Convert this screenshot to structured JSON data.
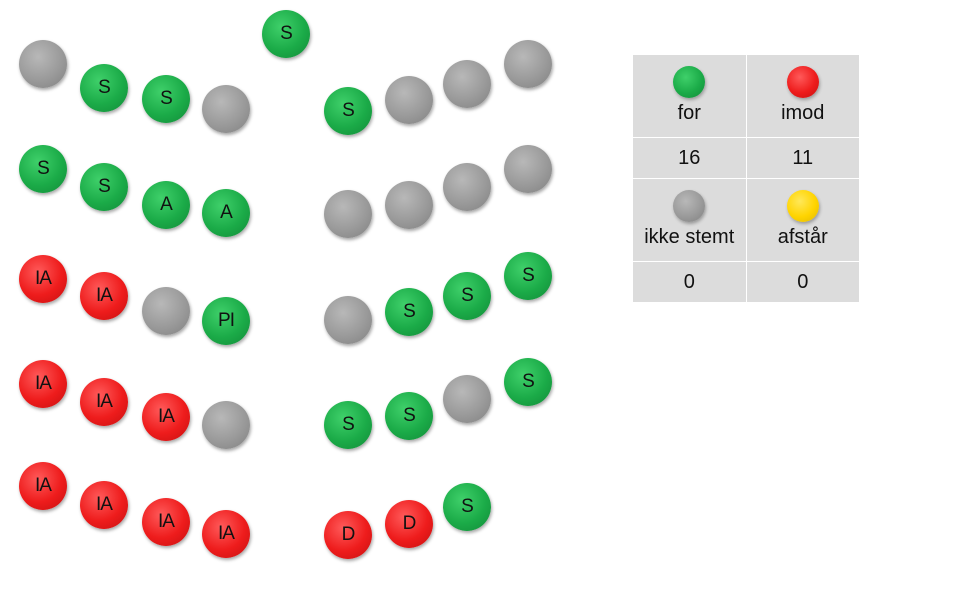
{
  "colors": {
    "green": "#1bab48",
    "red": "#ee1c1c",
    "grey": "#9a9a9a",
    "yellow": "#ffd400"
  },
  "seats": [
    {
      "label": "S",
      "color": "green"
    },
    {
      "label": "",
      "color": "grey"
    },
    {
      "label": "S",
      "color": "green"
    },
    {
      "label": "S",
      "color": "green"
    },
    {
      "label": "",
      "color": "grey"
    },
    {
      "label": "S",
      "color": "green"
    },
    {
      "label": "",
      "color": "grey"
    },
    {
      "label": "",
      "color": "grey"
    },
    {
      "label": "",
      "color": "grey"
    },
    {
      "label": "S",
      "color": "green"
    },
    {
      "label": "S",
      "color": "green"
    },
    {
      "label": "A",
      "color": "green"
    },
    {
      "label": "A",
      "color": "green"
    },
    {
      "label": "",
      "color": "grey"
    },
    {
      "label": "",
      "color": "grey"
    },
    {
      "label": "",
      "color": "grey"
    },
    {
      "label": "",
      "color": "grey"
    },
    {
      "label": "IA",
      "color": "red"
    },
    {
      "label": "IA",
      "color": "red"
    },
    {
      "label": "",
      "color": "grey"
    },
    {
      "label": "PI",
      "color": "green"
    },
    {
      "label": "",
      "color": "grey"
    },
    {
      "label": "S",
      "color": "green"
    },
    {
      "label": "S",
      "color": "green"
    },
    {
      "label": "S",
      "color": "green"
    },
    {
      "label": "IA",
      "color": "red"
    },
    {
      "label": "IA",
      "color": "red"
    },
    {
      "label": "IA",
      "color": "red"
    },
    {
      "label": "",
      "color": "grey"
    },
    {
      "label": "S",
      "color": "green"
    },
    {
      "label": "S",
      "color": "green"
    },
    {
      "label": "",
      "color": "grey"
    },
    {
      "label": "S",
      "color": "green"
    },
    {
      "label": "IA",
      "color": "red"
    },
    {
      "label": "IA",
      "color": "red"
    },
    {
      "label": "IA",
      "color": "red"
    },
    {
      "label": "IA",
      "color": "red"
    },
    {
      "label": "D",
      "color": "red"
    },
    {
      "label": "D",
      "color": "red"
    },
    {
      "label": "S",
      "color": "green"
    }
  ],
  "legend": {
    "for_label": "for",
    "against_label": "imod",
    "notvoted_label": "ikke stemt",
    "abstain_label": "afstår",
    "for_count": "16",
    "against_count": "11",
    "notvoted_count": "0",
    "abstain_count": "0"
  }
}
